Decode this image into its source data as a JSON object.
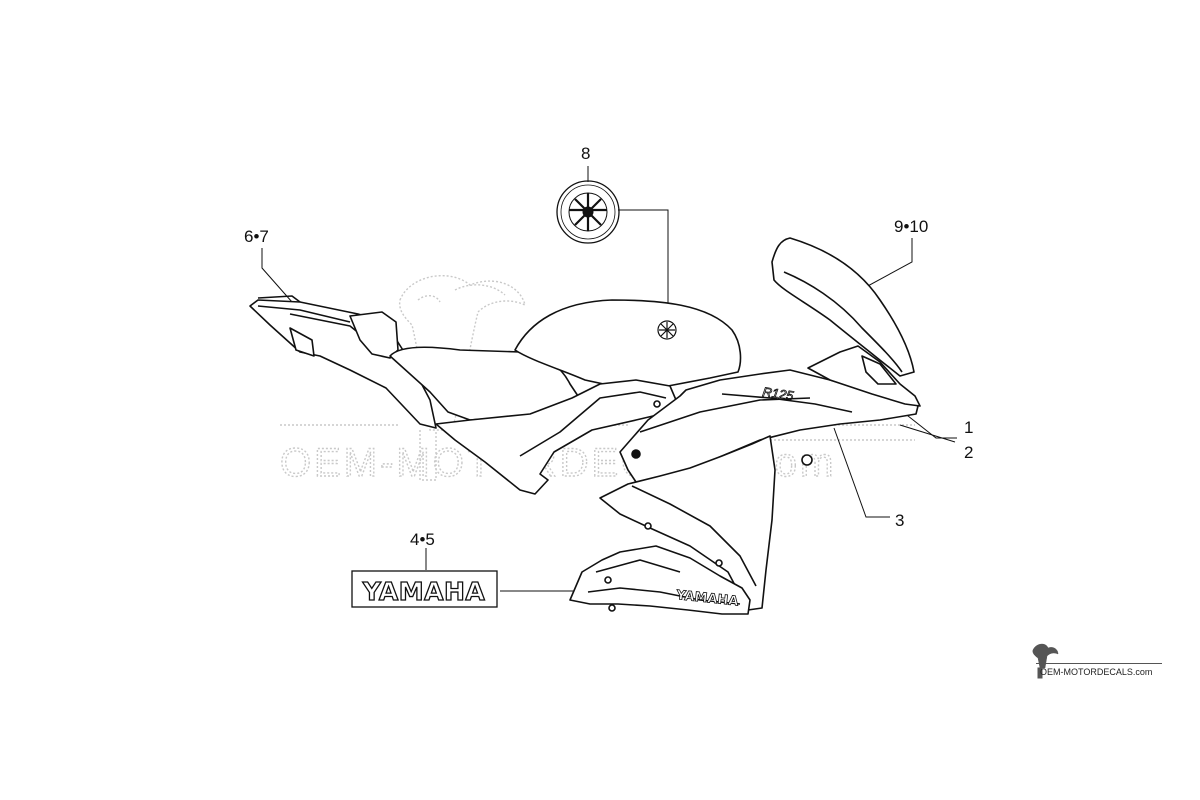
{
  "callouts": {
    "item_1": "1",
    "item_2": "2",
    "item_3": "3",
    "item_45": "4•5",
    "item_67": "6•7",
    "item_8": "8",
    "item_910": "9•10"
  },
  "decals": {
    "yamaha_text": "YAMAHA",
    "fairing_yamaha_text": "YAMAHA",
    "model_badge_text": "R125"
  },
  "watermark": {
    "text": "OEM-MOTORDECALS.com",
    "footer_text": "OEM-MOTORDECALS.com"
  },
  "colors": {
    "line": "#111111",
    "watermark": "#c9c9c9"
  }
}
